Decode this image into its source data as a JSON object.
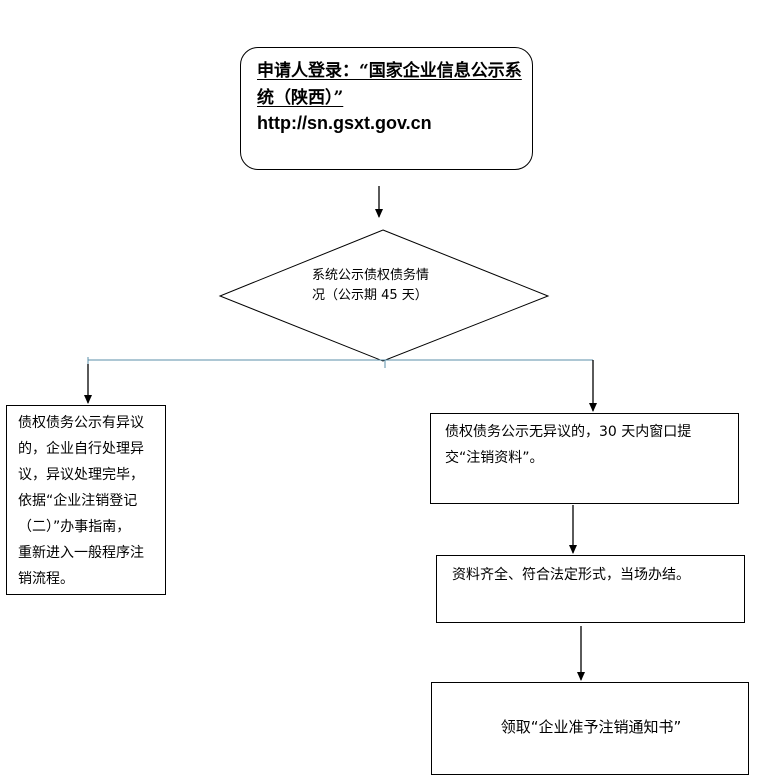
{
  "flowchart": {
    "start": {
      "title": "申请人登录：“国家企业信息公示系统（陕西）”",
      "url": "http://sn.gsxt.gov.cn"
    },
    "decision": {
      "text": "系统公示债权债务情\n况（公示期 45 天）"
    },
    "left_branch": {
      "text": "债权债务公示有异议\n的，企业自行处理异\n议，异议处理完毕，\n依据“企业注销登记\n（二）”办事指南，\n重新进入一般程序注\n销流程。"
    },
    "right_branch": {
      "text": "债权债务公示无异议的，30 天内窗口提\n交“注销资料”。"
    },
    "step2": {
      "text": "资料齐全、符合法定形式，当场办结。"
    },
    "step3": {
      "text": "领取“企业准予注销通知书”"
    }
  },
  "colors": {
    "line": "#000000",
    "split_line": "#5b8fa8",
    "background": "#ffffff"
  }
}
